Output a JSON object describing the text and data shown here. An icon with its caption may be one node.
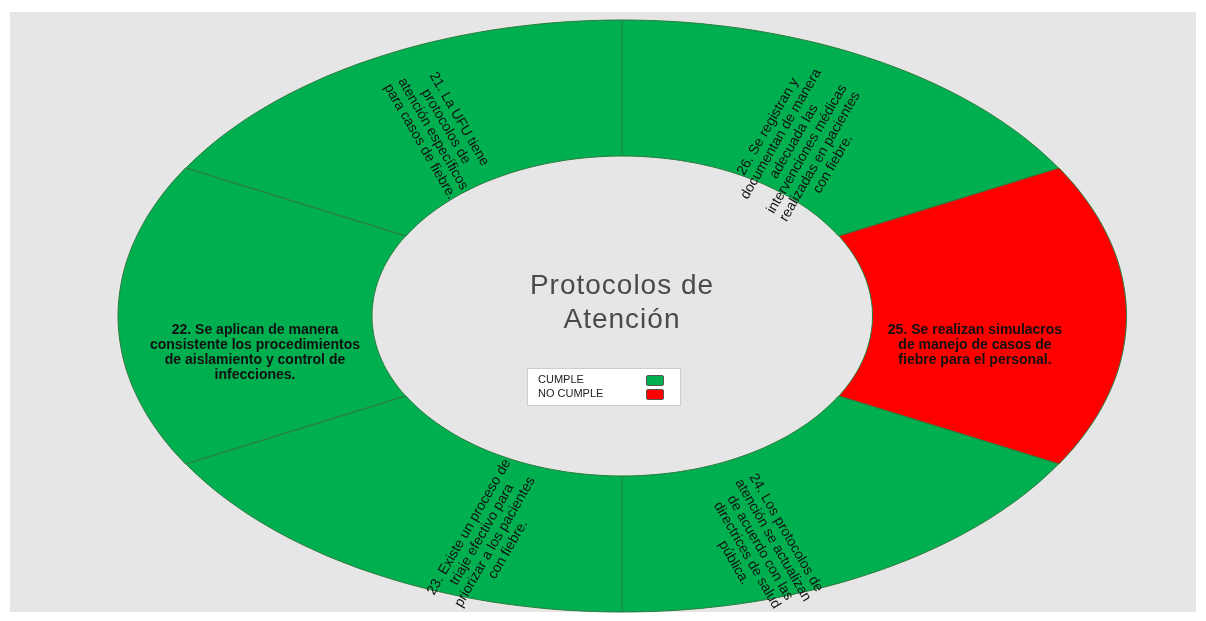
{
  "diagram": {
    "title": "Protocolos de Atención",
    "nodes": [
      {
        "text": [
          "21. La UFU tiene protocolos de atención específicos para casos de fiebre."
        ]
      },
      {
        "text": [
          "26. Se registran y documentan de manera adecuada las intervenciones médicas realizadas en pacientes con fiebre."
        ]
      },
      {
        "text": [
          "22. Se aplican de manera consistente los procedimientos de aislamiento y control de infecciones."
        ]
      },
      {
        "text": [
          "25. Se realizan simulacros de manejo de casos de fiebre para el personal."
        ]
      },
      {
        "text": [
          "23. Existe un proceso de triaje efectivo para priorizar a los pacientes con fiebre."
        ]
      },
      {
        "text": [
          "24. Los protocolos de atención se actualizan de acuerdo con las directrices de salud pública."
        ]
      }
    ],
    "legend": [
      {
        "text": "CUMPLE",
        "color": "#00b050"
      },
      {
        "text": "NO CUMPLE",
        "color": "#ff0000"
      }
    ]
  }
}
